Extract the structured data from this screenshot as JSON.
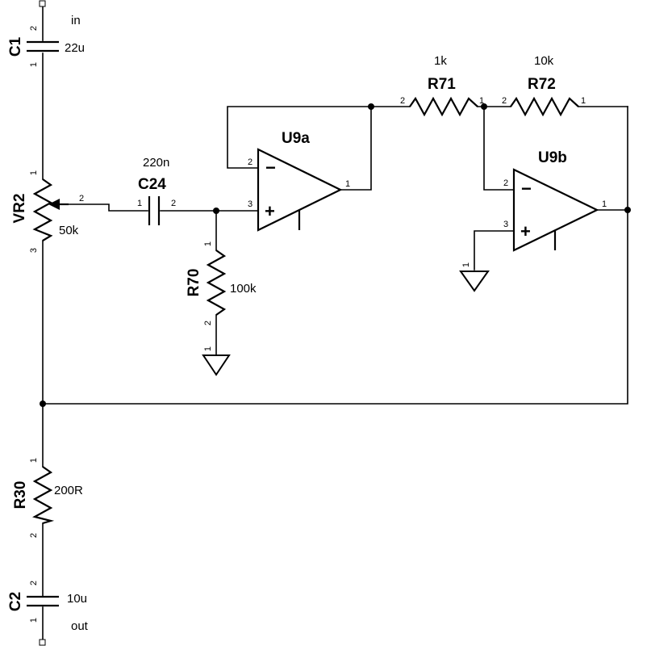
{
  "ports": {
    "in": "in",
    "out": "out"
  },
  "components": {
    "c1": {
      "ref": "C1",
      "value": "22u",
      "pins": [
        "2",
        "1"
      ]
    },
    "c2": {
      "ref": "C2",
      "value": "10u",
      "pins": [
        "2",
        "1"
      ]
    },
    "c24": {
      "ref": "C24",
      "value": "220n",
      "pins": [
        "1",
        "2"
      ]
    },
    "vr2": {
      "ref": "VR2",
      "value": "50k",
      "pins": [
        "1",
        "2",
        "3"
      ]
    },
    "r70": {
      "ref": "R70",
      "value": "100k",
      "pins": [
        "1",
        "2"
      ]
    },
    "r30": {
      "ref": "R30",
      "value": "200R",
      "pins": [
        "1",
        "2"
      ]
    },
    "r71": {
      "ref": "R71",
      "value": "1k",
      "pins": [
        "2",
        "1"
      ]
    },
    "r72": {
      "ref": "R72",
      "value": "10k",
      "pins": [
        "2",
        "1"
      ]
    },
    "u9a": {
      "ref": "U9a",
      "pins": {
        "inv": "2",
        "noninv": "3",
        "out": "1"
      },
      "inv_sign": "−",
      "noninv_sign": "+"
    },
    "u9b": {
      "ref": "U9b",
      "pins": {
        "inv": "2",
        "noninv": "3",
        "out": "1"
      },
      "inv_sign": "−",
      "noninv_sign": "+"
    }
  },
  "grounds": {
    "r70_gnd_pin": "1",
    "u9b_gnd_pin": "1"
  }
}
